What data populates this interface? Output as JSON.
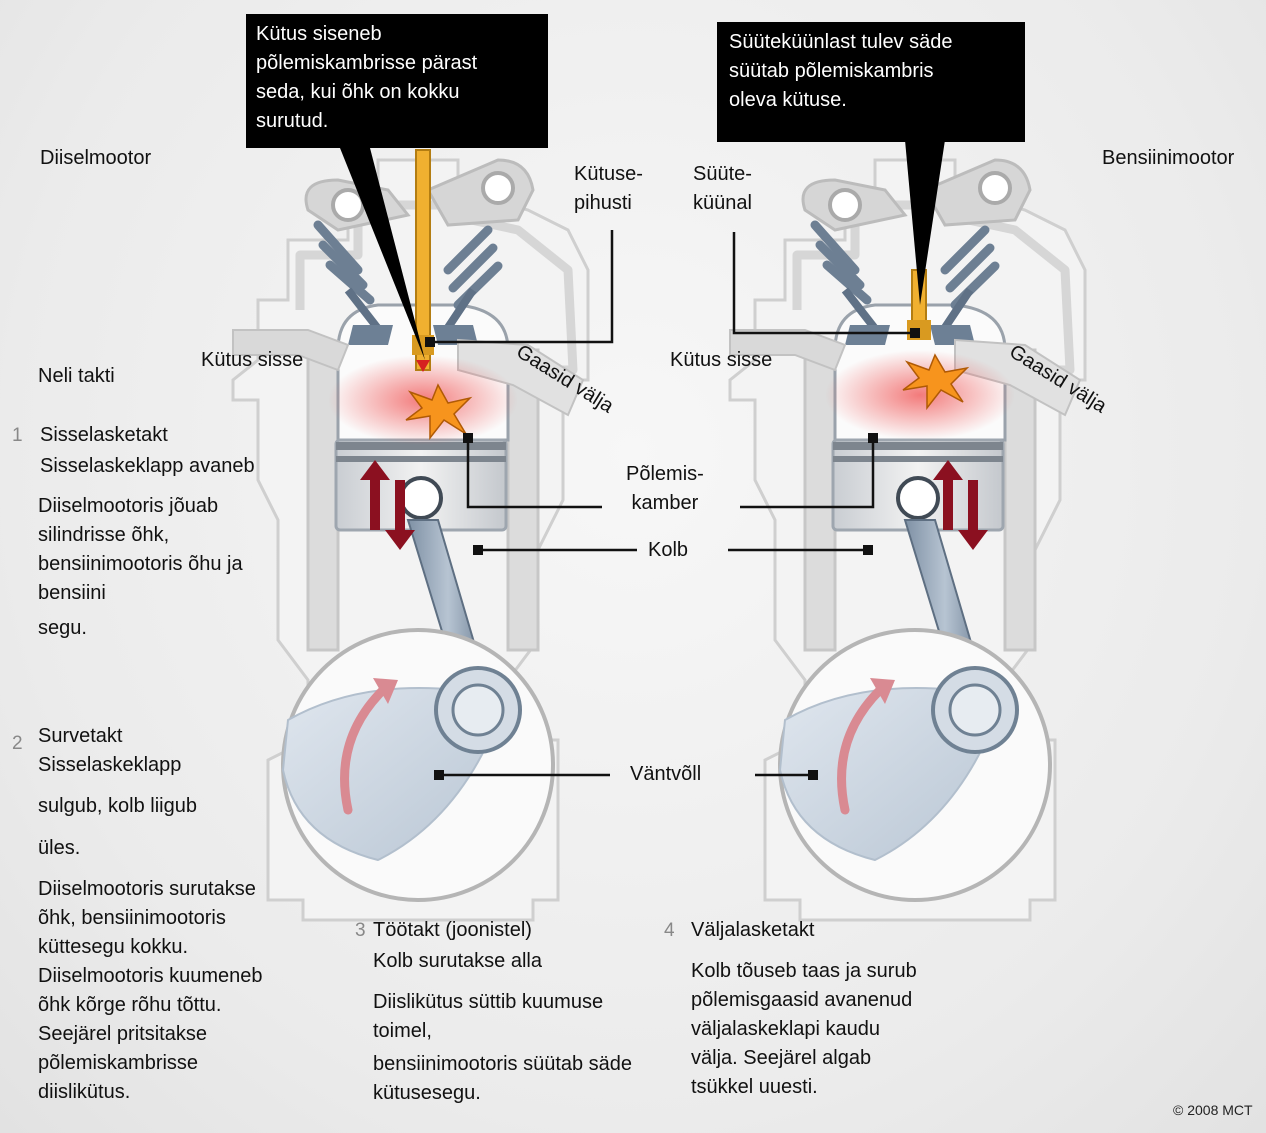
{
  "callouts": {
    "diesel": [
      "Kütus siseneb",
      "põlemiskambrisse pärast",
      "seda, kui õhk on kokku",
      "surutud."
    ],
    "petrol": [
      "Süüteküünlast tulev säde",
      "süütab põlemiskambris",
      "oleva kütuse."
    ]
  },
  "titles": {
    "diesel": "Diiselmootor",
    "petrol": "Bensiinimootor"
  },
  "labels": {
    "fuel_injector": [
      "Kütuse-",
      "pihusti"
    ],
    "spark_plug": [
      "Süüte-",
      "küünal"
    ],
    "fuel_in_left": "Kütus sisse",
    "fuel_in_right": "Kütus sisse",
    "gases_out_left": "Gaasid välja",
    "gases_out_right": "Gaasid välja",
    "combustion_chamber": [
      "Põlemis-",
      "kamber"
    ],
    "piston": "Kolb",
    "crankshaft": "Väntvõll"
  },
  "strokes_heading": "Neli takti",
  "stroke1": {
    "num": "1",
    "title": "Sisselasketakt",
    "subtitle": "Sisselaskeklapp avaneb",
    "body": [
      "Diiselmootoris jõuab",
      "silindrisse õhk,",
      "bensiinimootoris õhu ja",
      "bensiini",
      "segu."
    ]
  },
  "stroke2": {
    "num": "2",
    "title": "Survetakt",
    "subtitle": "Sisselaskeklapp",
    "lines": [
      "sulgub, kolb liigub",
      "üles."
    ],
    "body": [
      "Diiselmootoris surutakse",
      "õhk, bensiinimootoris",
      "küttesegu kokku.",
      "Diiselmootoris kuumeneb",
      "õhk kõrge rõhu tõttu.",
      "Seejärel pritsitakse",
      "põlemiskambrisse",
      "diislikütus."
    ]
  },
  "stroke3": {
    "num": "3",
    "title": "Töötakt (joonistel)",
    "subtitle": "Kolb surutakse alla",
    "body": [
      "Diislikütus  süttib kuumuse",
      "toimel,",
      "bensiinimootoris süütab säde",
      "kütusesegu."
    ]
  },
  "stroke4": {
    "num": "4",
    "title": "Väljalasketakt",
    "body": [
      "Kolb tõuseb taas ja surub",
      "põlemisgaasid avanenud",
      "väljalaskeklapi kaudu",
      "välja. Seejärel algab",
      "tsükkel uuesti."
    ]
  },
  "copyright": "© 2008 MCT",
  "colors": {
    "arrow_red": "#8b1020",
    "flame_orange": "#f7941d",
    "glow_red": "#f05050",
    "steel_blue": "#6d8095",
    "crank_arrow": "#d98a92",
    "injector_gold": "#f0b030"
  }
}
